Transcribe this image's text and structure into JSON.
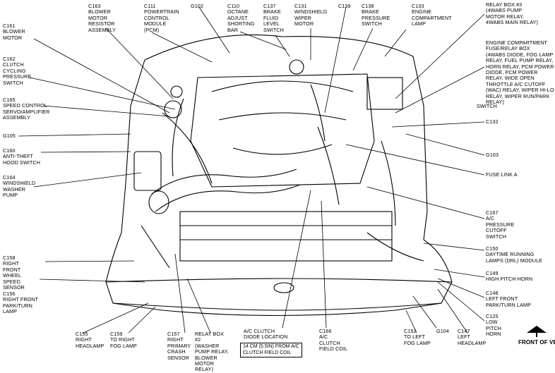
{
  "labels": {
    "c163": "C163\nBLOWER\nMOTOR\nRESISTOR\nASSEMBLY",
    "c111": "C111\nPOWERTRAIN\nCONTROL\nMODULE\n(PCM)",
    "g102": "G102",
    "c110": "C110\nOCTANE\nADJUST\nSHORTING\nBAR",
    "c137": "C137\nBRAKE\nFLUID\nLEVEL\nSWITCH",
    "c131": "C131\nWINDSHIELD\nWIPER\nMOTOR",
    "c139": "C139",
    "c138": "C138\nBRAKE\nPRESSURE\nSWITCH",
    "c133": "C133\nENGINE\nCOMPARTMENT\nLAMP",
    "relay3": "RELAY BOX #3\n(4WABS PUMP\nMOTOR RELAY,\n4WABS MAIN RELAY)",
    "fusebox": "ENGINE COMPARTMENT\nFUSE/RELAY BOX\n(4WABS DIODE, FOG LAMP\nRELAY, FUEL PUMP RELAY,\nHORN RELAY, PCM POWER\nDIODE, PCM POWER\nRELAY, WIDE OPEN\nTHROTTLE A/C CUTOFF\n(WAC) RELAY, WIPER HI-LO\nRELAY, WIPER RUN/PARK\nRELAY)",
    "switch": "SWITCH",
    "c161": "C161\nBLOWER\nMOTOR",
    "c162": "C162\nCLUTCH\nCYCLING\nPRESSURE\nSWITCH",
    "c165": "C165\nSPEED CONTROL\nSERVO/AMPLIFIER\nASSEMBLY",
    "g105": "G105",
    "c160": "C160\nANTI-THEFT\nHOOD SWITCH",
    "c164": "C164\nWINDSHIELD\nWASHER\nPUMP",
    "c132": "C132",
    "g103": "G103",
    "fuselinka": "FUSE LINK A",
    "c167": "C167\nA/C\nPRESSURE\nCUTOFF\nSWITCH",
    "c150": "C150\nDAYTIME RUNNING\nLAMPS (DRL) MODULE",
    "c149": "C149\nHIGH PITCH HORN",
    "c148": "C148\nLEFT FRONT\nPARK/TURN LAMP",
    "c125": "C125\nLOW\nPITCH\nHORN",
    "c158": "C158\nRIGHT\nFRONT\nWHEEL\nSPEED\nSENSOR",
    "c156": "C156\nRIGHT FRONT\nPARK/TURN\nLAMP",
    "c155": "C155\nRIGHT\nHEADLAMP",
    "c159": "C159\nTO RIGHT\nFOG LAMP",
    "c157": "C157\nRIGHT\nPRIMARY\nCRASH\nSENSOR",
    "relay2": "RELAY BOX\n#2\n(WASHER\nPUMP RELAY,\nBLOWER\nMOTOR\nRELAY)",
    "acdiode": "A/C CLUTCH\nDIODE LOCATION",
    "note": "14 CM (5.5IN) FROM A/C\nCLUTCH FIELD COIL",
    "c166": "C166\nA/C\nCLUTCH\nFIELD COIL",
    "c152": "C152\nTO LEFT\nFOG LAMP",
    "g104": "G104",
    "c147": "C147\nLEFT\nHEADLAMP",
    "front": "FRONT OF VEHICLE"
  },
  "icons": {
    "front_arrow": "front-of-vehicle-arrow-icon"
  }
}
